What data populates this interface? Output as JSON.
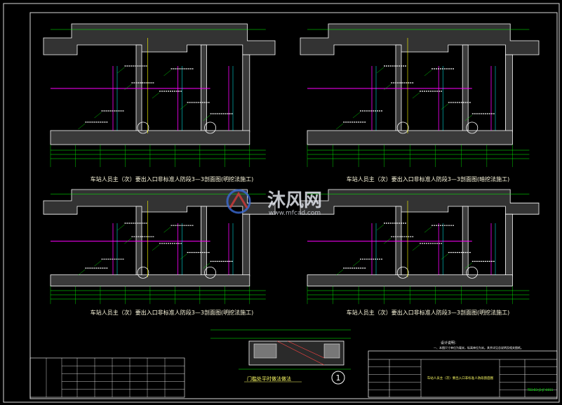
{
  "drawing": {
    "panel_titles": [
      "车站人员主（次）要出入口非标准人防段3—3剖面图(明挖法施工)",
      "车站人员主（次）要出入口非标准人防段3—3剖面图(暗挖法施工)",
      "车站人员主（次）要出入口非标准人防段3—3剖面图(明挖法施工)",
      "车站人员主（次）要出入口非标准人防段3—3剖面图(明挖法施工)"
    ],
    "detail_title": "门槛处平时做法做法",
    "detail_marker": "1",
    "notes_header": "设计说明：",
    "notes_line": "一、本图尺寸单位为毫米，标高单位为米。其余详见总说明及相关图纸。",
    "watermark": {
      "text": "沐风网",
      "url": "www.mfcad.com"
    },
    "title_block": {
      "drawing_name": "车站人员主（次）要出入口非标准人防段剖面图",
      "drawing_no": "TB3-B3-J3-JF-0011"
    }
  },
  "colors": {
    "background": "#000000",
    "wall": "#ffffff",
    "dim": "#00ff00",
    "annot": "#ffff00",
    "floor": "#ff00ff",
    "frame": "#00ffff"
  }
}
